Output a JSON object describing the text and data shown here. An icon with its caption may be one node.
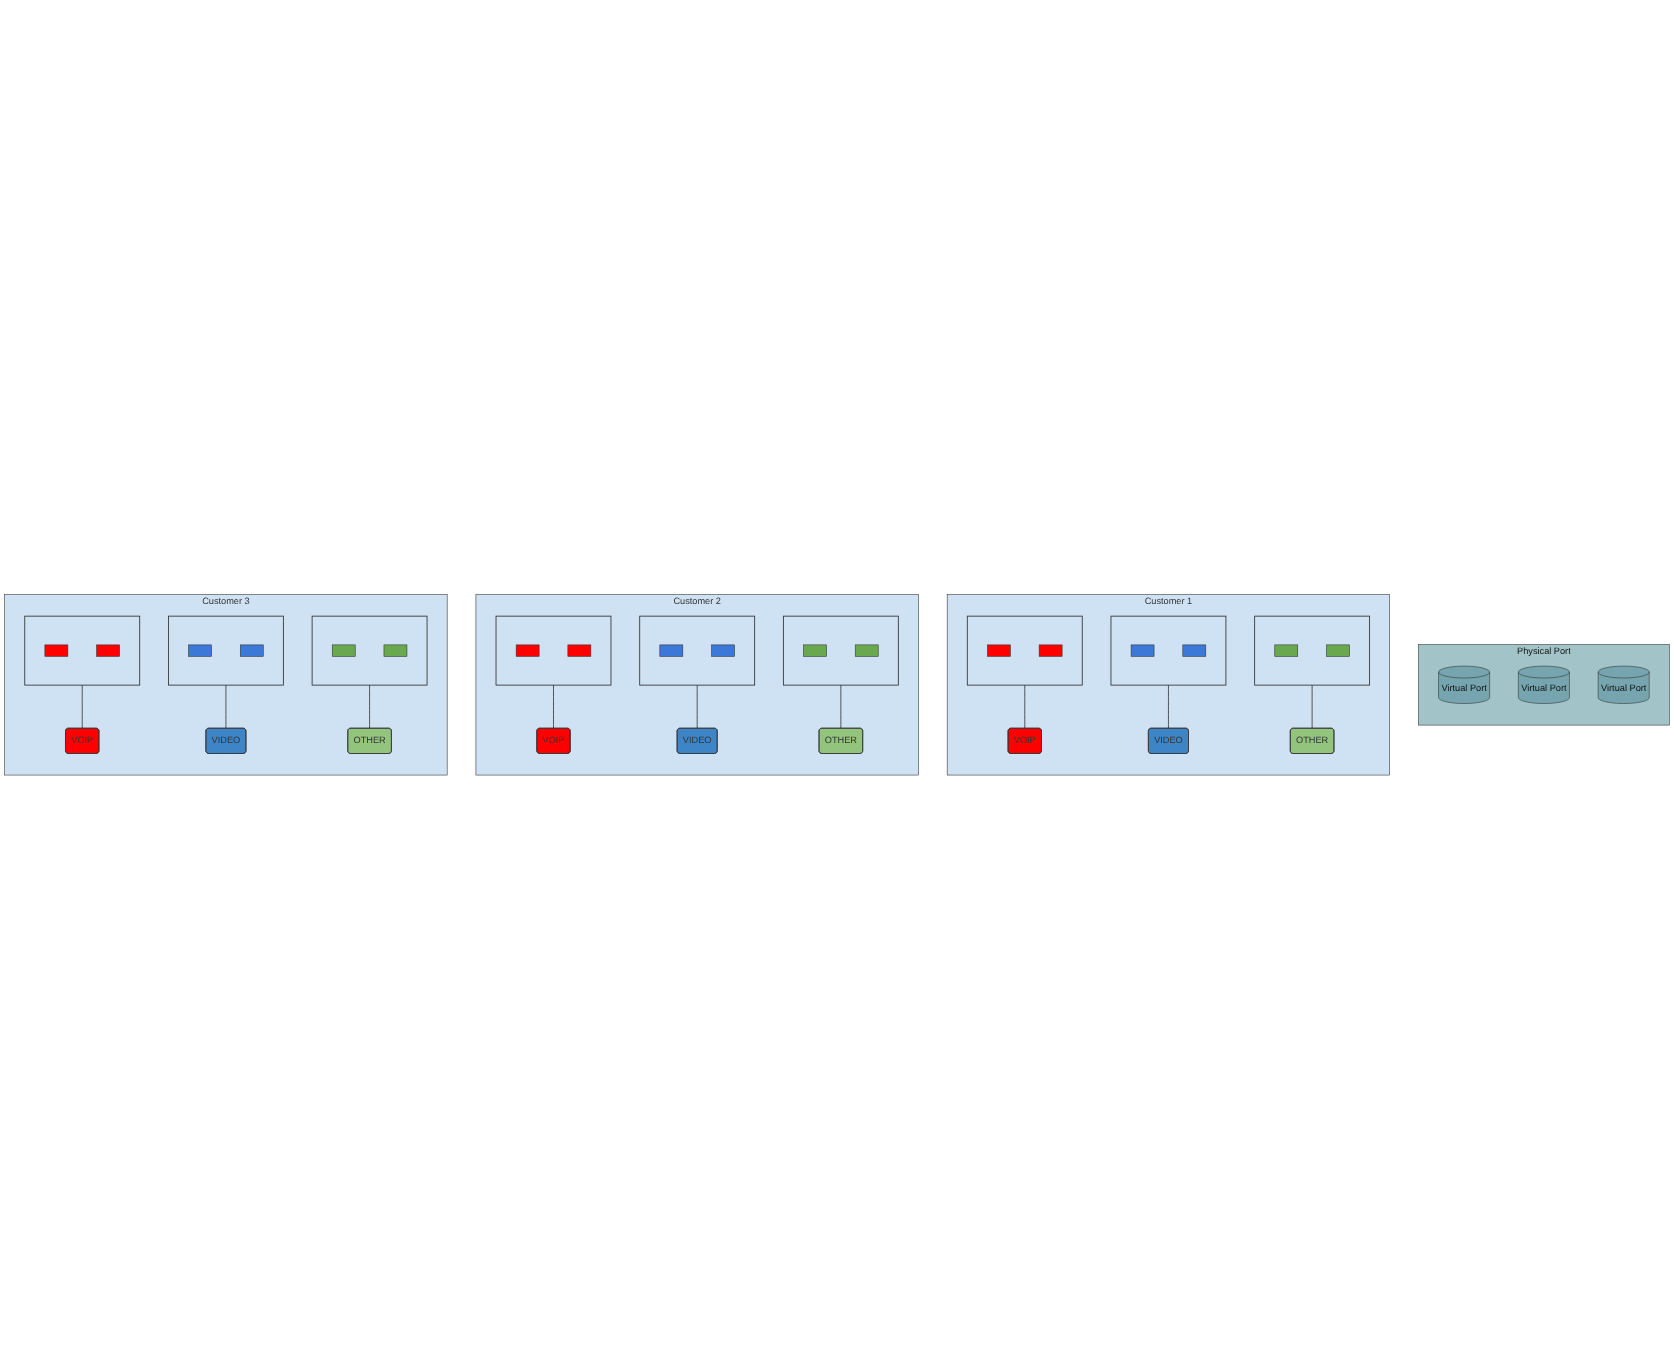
{
  "diagram": {
    "nodes": [
      {
        "text": [
          "Physical Port"
        ]
      },
      {
        "text": [
          "Virtual Port"
        ],
        "in": 0
      },
      {
        "text": [
          "Virtual Port"
        ],
        "in": 0
      },
      {
        "text": [
          "Virtual Port"
        ],
        "in": 0
      },
      {
        "text": [
          "Customer 1"
        ]
      },
      {
        "text": [],
        "shape": "box",
        "in": 4
      },
      {
        "text": [],
        "shape": "bar",
        "in": 5
      },
      {
        "text": [],
        "shape": "bar",
        "in": 5
      },
      {
        "text": [
          "VOIP"
        ],
        "in": 4
      },
      {
        "text": [],
        "shape": "box",
        "in": 4
      },
      {
        "text": [],
        "shape": "bar",
        "in": 9
      },
      {
        "text": [],
        "shape": "bar",
        "in": 9
      },
      {
        "text": [
          "VIDEO"
        ],
        "in": 4
      },
      {
        "text": [],
        "shape": "box",
        "in": 4
      },
      {
        "text": [],
        "shape": "bar",
        "in": 13
      },
      {
        "text": [],
        "shape": "bar",
        "in": 13
      },
      {
        "text": [
          "OTHER"
        ],
        "in": 4
      },
      {
        "text": [
          "Customer 2"
        ]
      },
      {
        "text": [],
        "shape": "box",
        "in": 17
      },
      {
        "text": [],
        "shape": "bar",
        "in": 18
      },
      {
        "text": [],
        "shape": "bar",
        "in": 18
      },
      {
        "text": [
          "VOIP"
        ],
        "in": 17
      },
      {
        "text": [],
        "shape": "box",
        "in": 17
      },
      {
        "text": [],
        "shape": "bar",
        "in": 22
      },
      {
        "text": [],
        "shape": "bar",
        "in": 22
      },
      {
        "text": [
          "VIDEO"
        ],
        "in": 17
      },
      {
        "text": [],
        "shape": "box",
        "in": 17
      },
      {
        "text": [],
        "shape": "bar",
        "in": 26
      },
      {
        "text": [],
        "shape": "bar",
        "in": 26
      },
      {
        "text": [
          "OTHER"
        ],
        "in": 17
      },
      {
        "text": [
          "Customer 3"
        ]
      },
      {
        "text": [],
        "shape": "box",
        "in": 30
      },
      {
        "text": [],
        "shape": "bar",
        "in": 31
      },
      {
        "text": [],
        "shape": "bar",
        "in": 31
      },
      {
        "text": [
          "VOIP"
        ],
        "in": 30
      },
      {
        "text": [],
        "shape": "box",
        "in": 30
      },
      {
        "text": [],
        "shape": "bar",
        "in": 35
      },
      {
        "text": [],
        "shape": "bar",
        "in": 35
      },
      {
        "text": [
          "VIDEO"
        ],
        "in": 30
      },
      {
        "text": [],
        "shape": "box",
        "in": 30
      },
      {
        "text": [],
        "shape": "bar",
        "in": 39
      },
      {
        "text": [],
        "shape": "bar",
        "in": 39
      },
      {
        "text": [
          "OTHER"
        ],
        "in": 30
      }
    ],
    "edges": [
      {
        "from": 5,
        "to": 8,
        "arrow": "none"
      },
      {
        "from": 9,
        "to": 12,
        "arrow": "none"
      },
      {
        "from": 13,
        "to": 16,
        "arrow": "none"
      },
      {
        "from": 18,
        "to": 21,
        "arrow": "none"
      },
      {
        "from": 22,
        "to": 25,
        "arrow": "none"
      },
      {
        "from": 26,
        "to": 29,
        "arrow": "none"
      },
      {
        "from": 31,
        "to": 34,
        "arrow": "none"
      },
      {
        "from": 35,
        "to": 38,
        "arrow": "none"
      },
      {
        "from": 39,
        "to": 42,
        "arrow": "none"
      }
    ]
  }
}
